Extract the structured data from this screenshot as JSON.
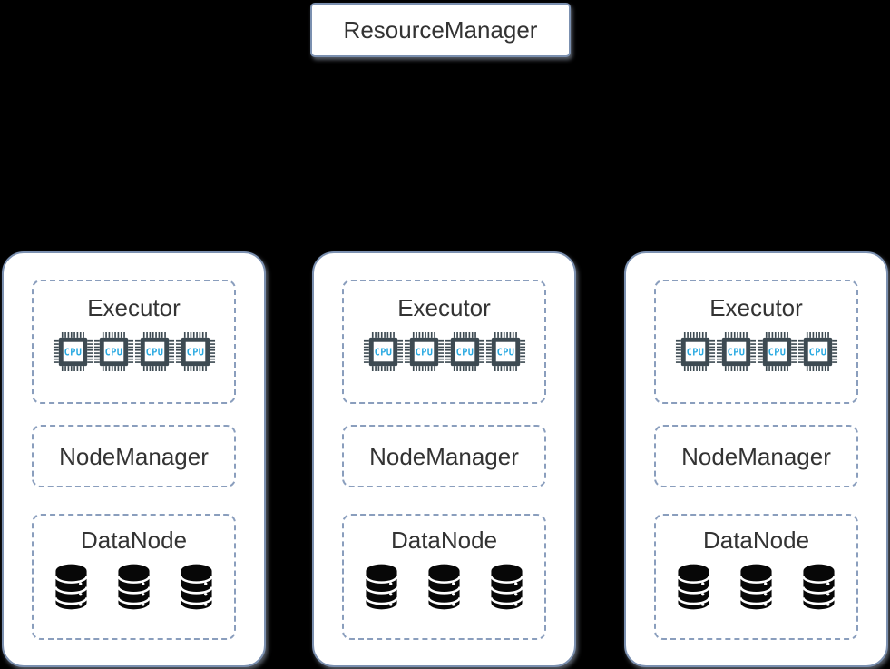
{
  "colors": {
    "background": "#000000",
    "box_fill": "#ffffff",
    "box_border": "#7b90b0",
    "dashed_border": "#8a9ebd",
    "title_text": "#333333",
    "cpu_body": "#3d4a52",
    "cpu_text": "#29a9e1",
    "db_fill": "#070707"
  },
  "resource_manager": {
    "label": "ResourceManager"
  },
  "icons": {
    "cpu_label": "CPU"
  },
  "nodes": [
    {
      "executor": "Executor",
      "node_manager": "NodeManager",
      "data_node": "DataNode",
      "cpu_count": 4,
      "db_count": 3
    },
    {
      "executor": "Executor",
      "node_manager": "NodeManager",
      "data_node": "DataNode",
      "cpu_count": 4,
      "db_count": 3
    },
    {
      "executor": "Executor",
      "node_manager": "NodeManager",
      "data_node": "DataNode",
      "cpu_count": 4,
      "db_count": 3
    }
  ]
}
